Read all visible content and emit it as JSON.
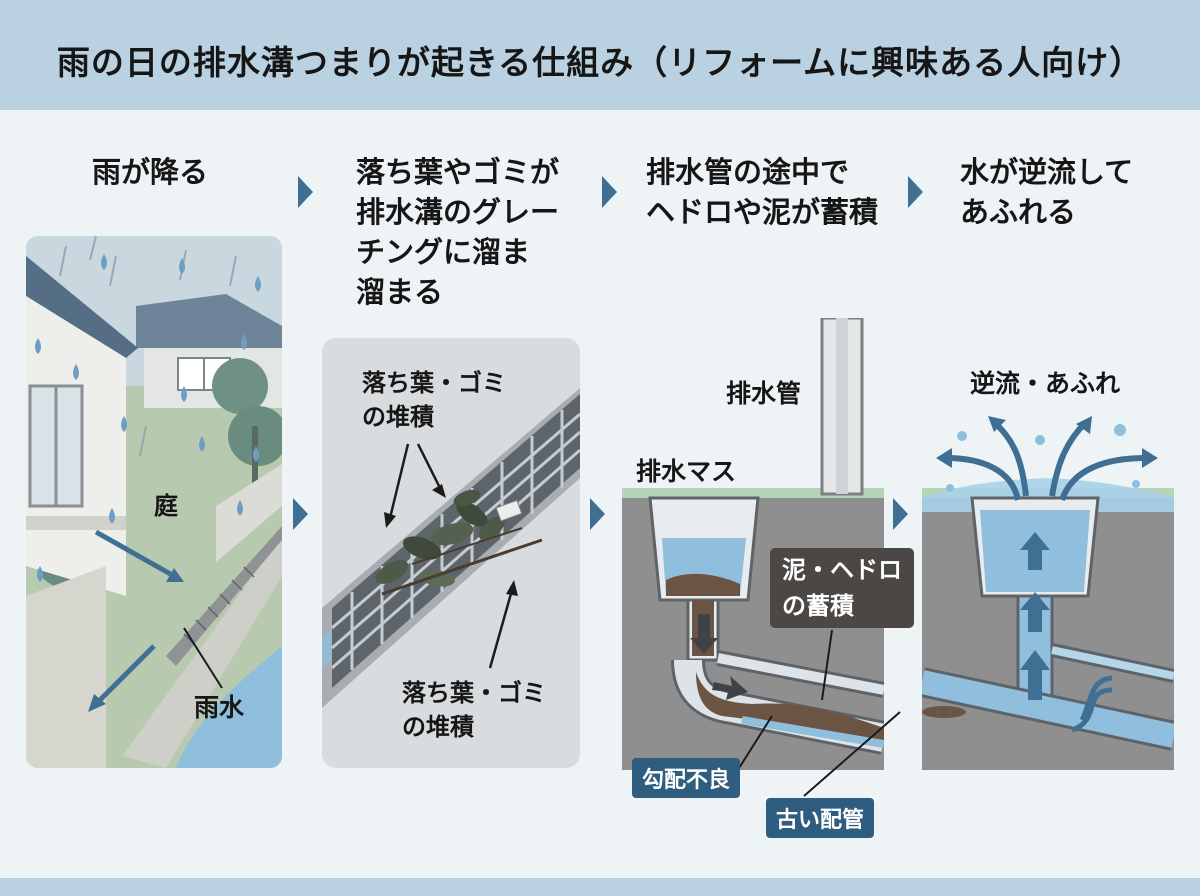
{
  "title": "雨の日の排水溝つまりが起きる仕組み（リフォームに興味ある人向け）",
  "steps": [
    {
      "line1": "雨が降る",
      "line2": ""
    },
    {
      "line1": "落ち葉やゴミが",
      "line2": "排水溝のグレー",
      "line3": "チングに溜ま",
      "line4": "溜まる"
    },
    {
      "line1": "排水管の途中で",
      "line2": "ヘドロや泥が蓄積"
    },
    {
      "line1": "水が逆流して",
      "line2": "あふれる"
    }
  ],
  "panel1": {
    "garden": "庭",
    "rain_water": "雨水"
  },
  "panel2": {
    "debris_top": {
      "line1": "落ち葉・ゴミ",
      "line2": "の堆積"
    },
    "debris_bottom": {
      "line1": "落ち葉・ゴミ",
      "line2": "の堆積"
    }
  },
  "panel3": {
    "pipe": "排水管",
    "basin": "排水マス",
    "sludge": {
      "line1": "泥・ヘドロ",
      "line2": "の蓄積"
    },
    "bad_slope": "勾配不良",
    "old_pipe": "古い配管"
  },
  "panel4": {
    "overflow": "逆流・あふれ"
  },
  "colors": {
    "header": "#b9d1e0",
    "accent": "#3f6f93",
    "water": "#8fbfdc",
    "ground": "#8f8f8f",
    "sludge": "#6b5444",
    "tag": "#2f5d7f"
  },
  "icons": [
    "rain-drop-icon",
    "flow-arrow-icon",
    "chevron-right-icon"
  ]
}
